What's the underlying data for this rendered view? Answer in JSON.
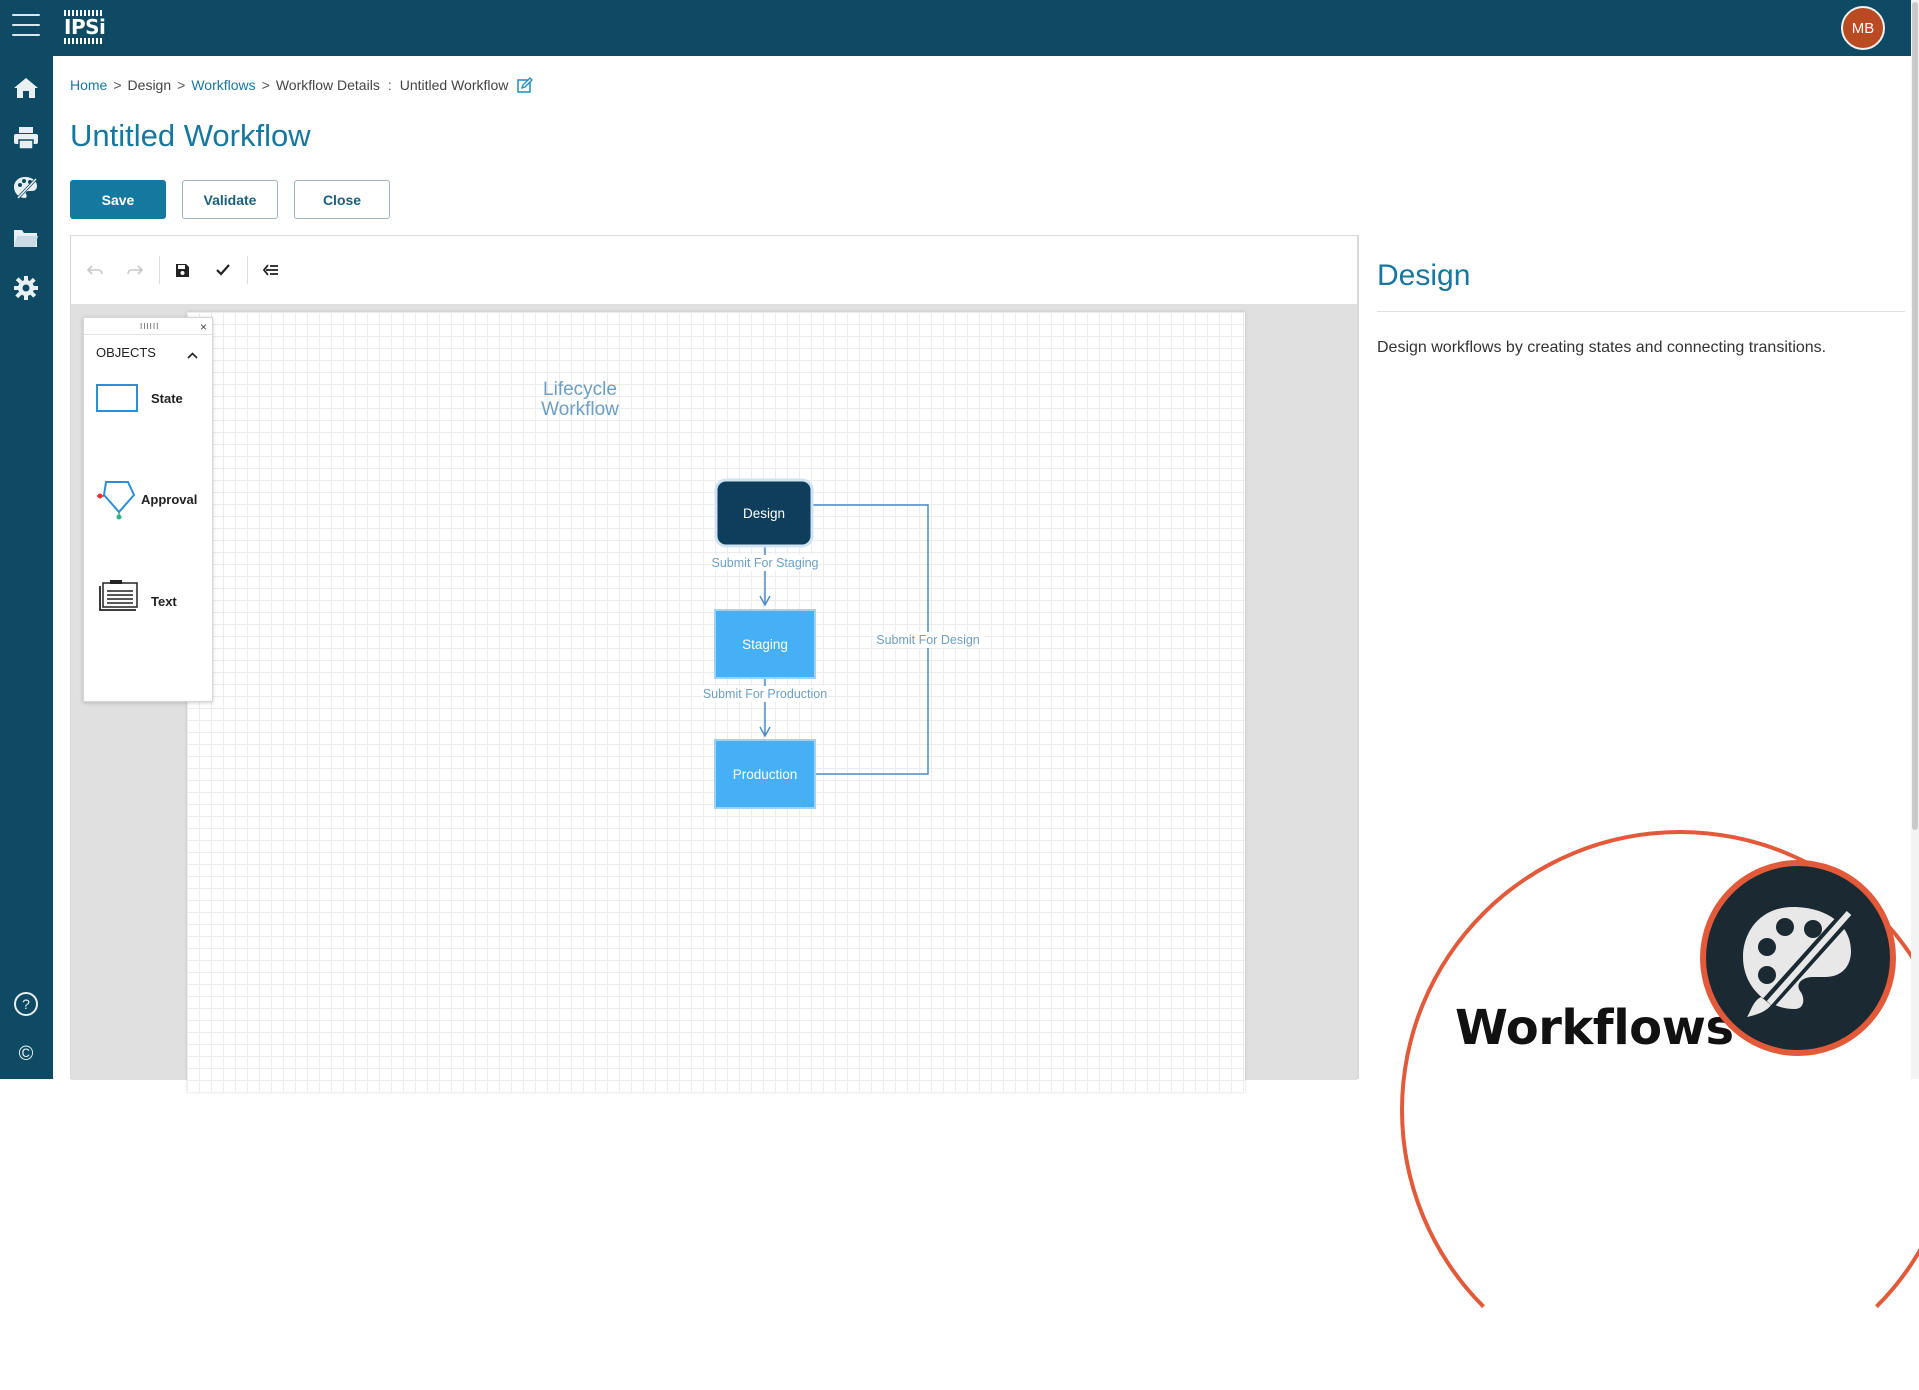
{
  "app": {
    "logo_text": "IPSi",
    "user_initials": "MB",
    "brand_color": "#0e4a64",
    "accent_color": "#17779f"
  },
  "sidebar": {
    "items": [
      {
        "icon": "home-icon"
      },
      {
        "icon": "printer-icon"
      },
      {
        "icon": "design-palette-icon"
      },
      {
        "icon": "folder-icon"
      },
      {
        "icon": "gear-icon"
      }
    ],
    "bottom": [
      {
        "icon": "help-icon",
        "glyph": "?"
      },
      {
        "icon": "copyright-icon",
        "glyph": "©"
      }
    ]
  },
  "breadcrumb": {
    "home": "Home",
    "design": "Design",
    "workflows": "Workflows",
    "details": "Workflow Details",
    "colon": ":",
    "current": "Untitled Workflow",
    "sep": ">"
  },
  "page": {
    "title": "Untitled Workflow"
  },
  "actions": {
    "save": "Save",
    "validate": "Validate",
    "close": "Close"
  },
  "toolbar": {
    "items": [
      "undo-icon",
      "redo-icon",
      "save-icon",
      "validate-check-icon",
      "collapse-panel-icon"
    ]
  },
  "objects_panel": {
    "header": "OBJECTS",
    "grip": "IIIIII",
    "close": "×",
    "items": [
      {
        "label": "State",
        "icon": "state-rectangle-icon"
      },
      {
        "label": "Approval",
        "icon": "approval-pentagon-icon"
      },
      {
        "label": "Text",
        "icon": "text-block-icon"
      }
    ]
  },
  "diagram": {
    "title_line1": "Lifecycle",
    "title_line2": "Workflow",
    "states": [
      {
        "label": "Design",
        "color": "#0f3d5c"
      },
      {
        "label": "Staging",
        "color": "#45b0f5"
      },
      {
        "label": "Production",
        "color": "#45b0f5"
      }
    ],
    "transitions": [
      {
        "label": "Submit For Staging"
      },
      {
        "label": "Submit For Production"
      },
      {
        "label": "Submit For Design"
      }
    ]
  },
  "right_panel": {
    "title": "Design",
    "description": "Design workflows by creating states and connecting transitions."
  },
  "promo": {
    "label": "Workflows",
    "badge_icon": "palette-brush-icon",
    "ring_color": "#e25a3a"
  }
}
